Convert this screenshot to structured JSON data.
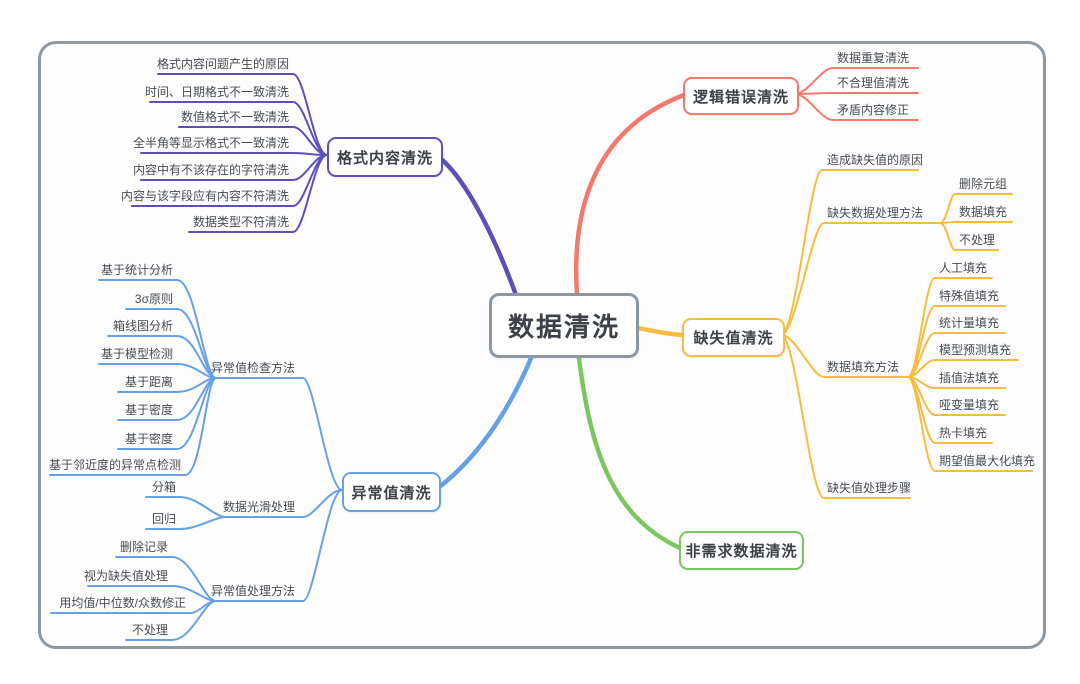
{
  "root": {
    "label": "数据清洗"
  },
  "colors": {
    "purple": "#5b50ba",
    "red": "#f3796d",
    "yellow": "#f7bc3d",
    "blue": "#67a1e5",
    "green": "#7cc661",
    "frame": "#8e98a3"
  },
  "branches": [
    {
      "label": "格式内容清洗",
      "color": "#5b50ba",
      "children": [
        {
          "label": "格式内容问题产生的原因"
        },
        {
          "label": "时间、日期格式不一致清洗"
        },
        {
          "label": "数值格式不一致清洗"
        },
        {
          "label": "全半角等显示格式不一致清洗"
        },
        {
          "label": "内容中有不该存在的字符清洗"
        },
        {
          "label": "内容与该字段应有内容不符清洗"
        },
        {
          "label": "数据类型不符清洗"
        }
      ]
    },
    {
      "label": "逻辑错误清洗",
      "color": "#f3796d",
      "children": [
        {
          "label": "数据重复清洗"
        },
        {
          "label": "不合理值清洗"
        },
        {
          "label": "矛盾内容修正"
        }
      ]
    },
    {
      "label": "缺失值清洗",
      "color": "#f7bc3d",
      "children": [
        {
          "label": "造成缺失值的原因"
        },
        {
          "label": "缺失数据处理方法",
          "children": [
            {
              "label": "删除元组"
            },
            {
              "label": "数据填充"
            },
            {
              "label": "不处理"
            }
          ]
        },
        {
          "label": "数据填充方法",
          "children": [
            {
              "label": "人工填充"
            },
            {
              "label": "特殊值填充"
            },
            {
              "label": "统计量填充"
            },
            {
              "label": "模型预测填充"
            },
            {
              "label": "插值法填充"
            },
            {
              "label": "哑变量填充"
            },
            {
              "label": "热卡填充"
            },
            {
              "label": "期望值最大化填充"
            }
          ]
        },
        {
          "label": "缺失值处理步骤"
        }
      ]
    },
    {
      "label": "异常值清洗",
      "color": "#67a1e5",
      "children": [
        {
          "label": "异常值检查方法",
          "children": [
            {
              "label": "基于统计分析"
            },
            {
              "label": "3σ原则"
            },
            {
              "label": "箱线图分析"
            },
            {
              "label": "基于模型检测"
            },
            {
              "label": "基于距离"
            },
            {
              "label": "基于密度"
            },
            {
              "label": "基于密度"
            },
            {
              "label": "基于邻近度的异常点检测"
            }
          ]
        },
        {
          "label": "数据光滑处理",
          "children": [
            {
              "label": "分箱"
            },
            {
              "label": "回归"
            }
          ]
        },
        {
          "label": "异常值处理方法",
          "children": [
            {
              "label": "删除记录"
            },
            {
              "label": "视为缺失值处理"
            },
            {
              "label": "用均值/中位数/众数修正"
            },
            {
              "label": "不处理"
            }
          ]
        }
      ]
    },
    {
      "label": "非需求数据清洗",
      "color": "#7cc661",
      "children": []
    }
  ]
}
